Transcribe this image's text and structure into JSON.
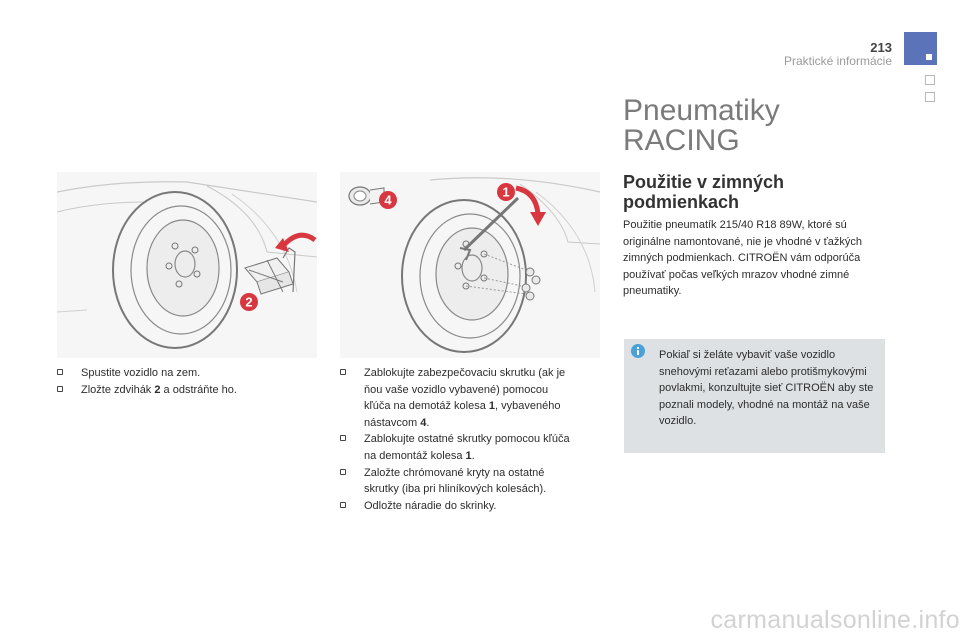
{
  "header": {
    "page_number": "213",
    "section_title": "Praktické informácie"
  },
  "main": {
    "title_line1": "Pneumatiky",
    "title_line2": "RACING",
    "subtitle": "Použitie v zimných podmienkach",
    "intro": "Použitie pneumatík 215/40 R18 89W, ktoré sú originálne namontované, nie je vhodné v ťažkých zimných podmienkach. CITROËN vám odporúča používať počas veľkých mrazov vhodné zimné pneumatiky."
  },
  "info_box": {
    "icon": "info-icon",
    "text": "Pokiaľ si želáte vybaviť vaše vozidlo snehovými reťazami alebo protišmykovými povlakmi, konzultujte sieť CITROËN aby ste poznali modely, vhodné na montáž na vaše vozidlo."
  },
  "illustrations": [
    {
      "callouts": [
        "2"
      ]
    },
    {
      "callouts": [
        "1",
        "4"
      ]
    }
  ],
  "left_steps": [
    {
      "prefix": "Spustite vozidlo na zem.",
      "bold": "",
      "suffix": ""
    },
    {
      "prefix": "Zložte zdvihák ",
      "bold": "2",
      "suffix": " a odstráňte ho."
    }
  ],
  "right_steps": [
    {
      "prefix": "Zablokujte zabezpečovaciu skrutku (ak je ňou vaše vozidlo vybavené) pomocou kľúča na demotáž kolesa ",
      "bold": "1",
      "suffix": ", vybaveného nástavcom ",
      "bold2": "4",
      "suffix2": "."
    },
    {
      "prefix": "Zablokujte ostatné skrutky pomocou kľúča na demontáž kolesa ",
      "bold": "1",
      "suffix": ".",
      "bold2": "",
      "suffix2": ""
    },
    {
      "prefix": "Založte chrómované kryty na ostatné skrutky (iba pri hliníkových kolesách).",
      "bold": "",
      "suffix": "",
      "bold2": "",
      "suffix2": ""
    },
    {
      "prefix": "Odložte náradie do skrinky.",
      "bold": "",
      "suffix": "",
      "bold2": "",
      "suffix2": ""
    }
  ],
  "watermark": "carmanualsonline.info",
  "colors": {
    "accent_blue": "#5b73b8",
    "callout_red": "#d8373f",
    "info_bg": "#dde1e4",
    "info_icon": "#4aa0d8"
  }
}
